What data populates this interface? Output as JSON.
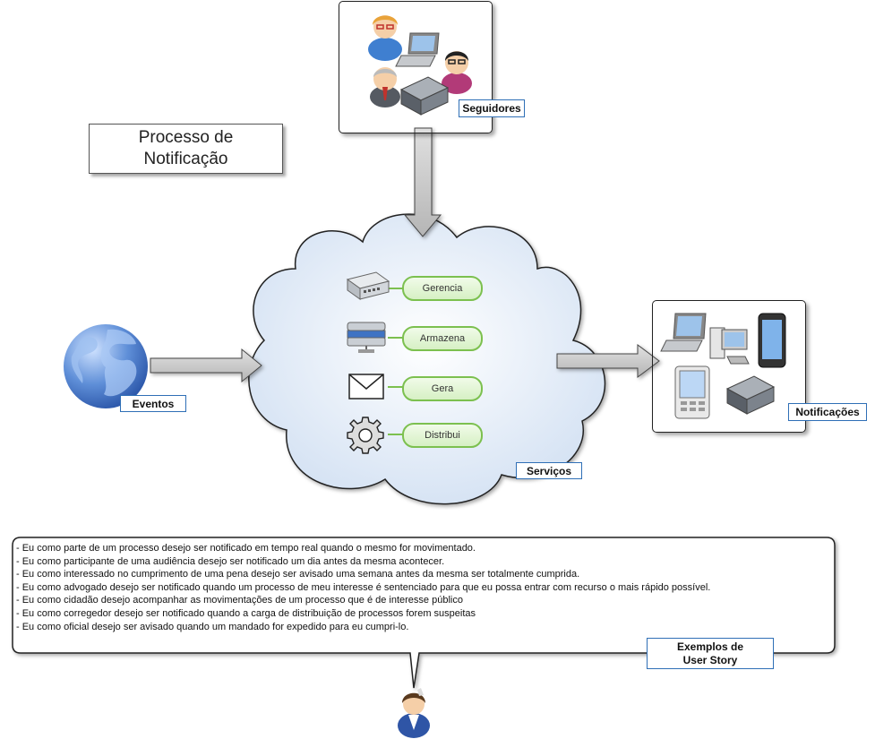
{
  "title": "Processo de Notificação",
  "labels": {
    "seguidores": "Seguidores",
    "eventos": "Eventos",
    "servicos": "Serviços",
    "notificacoes": "Notificações",
    "exemplos_line1": "Exemplos de",
    "exemplos_line2": "User Story"
  },
  "services": [
    {
      "label": "Gerencia",
      "icon": "server-icon"
    },
    {
      "label": "Armazena",
      "icon": "database-icon"
    },
    {
      "label": "Gera",
      "icon": "envelope-icon"
    },
    {
      "label": "Distribui",
      "icon": "gear-icon"
    }
  ],
  "stories": [
    "- Eu como parte de um processo desejo ser notificado em tempo real quando o mesmo for movimentado.",
    "- Eu como participante de uma audiência desejo ser notificado um dia antes da mesma acontecer.",
    "- Eu como interessado no cumprimento de uma pena desejo ser avisado uma semana antes da mesma ser totalmente cumprida.",
    "- Eu como advogado desejo ser notificado quando um processo de meu interesse é sentenciado para que eu possa entrar com recurso o mais rápido possível.",
    "- Eu como cidadão desejo acompanhar as movimentações de um processo que é de interesse público",
    "- Eu como corregedor desejo ser notificado quando a carga de distribuição de processos forem suspeitas",
    "- Eu como oficial desejo ser avisado quando um mandado for expedido para eu cumpri-lo."
  ],
  "colors": {
    "tag_border": "#2f6fb6",
    "pill_border": "#7cc04f",
    "cloud_fill": "#dde8f6",
    "arrow_fill": "#c8c8c8"
  }
}
